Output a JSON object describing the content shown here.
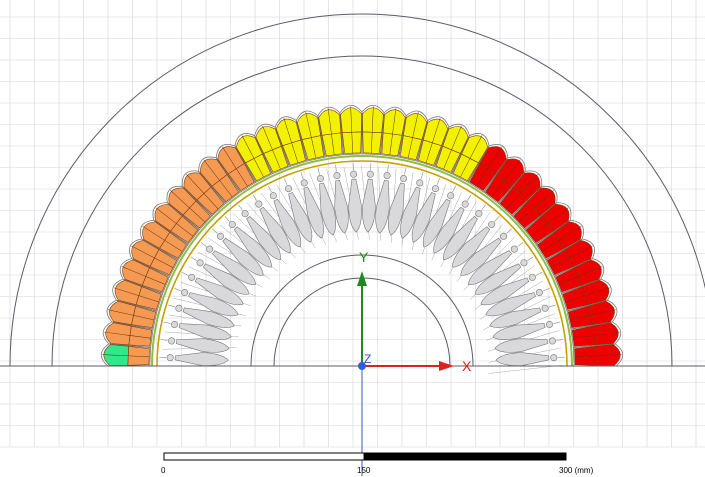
{
  "viewport": {
    "background": "#ffffff",
    "grid_color": "#d6d6d6",
    "outline_color": "#5c5c66"
  },
  "axes": {
    "y_label": "Y",
    "x_label": "X",
    "z_label": "Z",
    "y_color": "#1e8a1e",
    "x_color": "#e02020",
    "z_color": "#3355cc",
    "origin_color": "#2f5fd0"
  },
  "stator": {
    "slot_count": 36,
    "winding_colors": {
      "phase_a": "#f59a52",
      "phase_b": "#f2f200",
      "phase_c": "#ee0000",
      "selected": "#2ee88a"
    },
    "slot_phase_sequence": [
      "a",
      "a",
      "a",
      "a",
      "a",
      "a",
      "a",
      "a",
      "a",
      "a",
      "a",
      "a",
      "b",
      "b",
      "b",
      "b",
      "b",
      "b",
      "b",
      "b",
      "b",
      "b",
      "b",
      "b",
      "c",
      "c",
      "c",
      "c",
      "c",
      "c",
      "c",
      "c",
      "c",
      "c",
      "c",
      "c"
    ]
  },
  "rotor": {
    "bar_count": 36,
    "bar_color": "#d9d9dc",
    "airgap_outer_color": "#8fbf3f",
    "airgap_inner_color": "#c8a000"
  },
  "scale_bar": {
    "labels": [
      "0",
      "150",
      "300 (mm)"
    ]
  }
}
